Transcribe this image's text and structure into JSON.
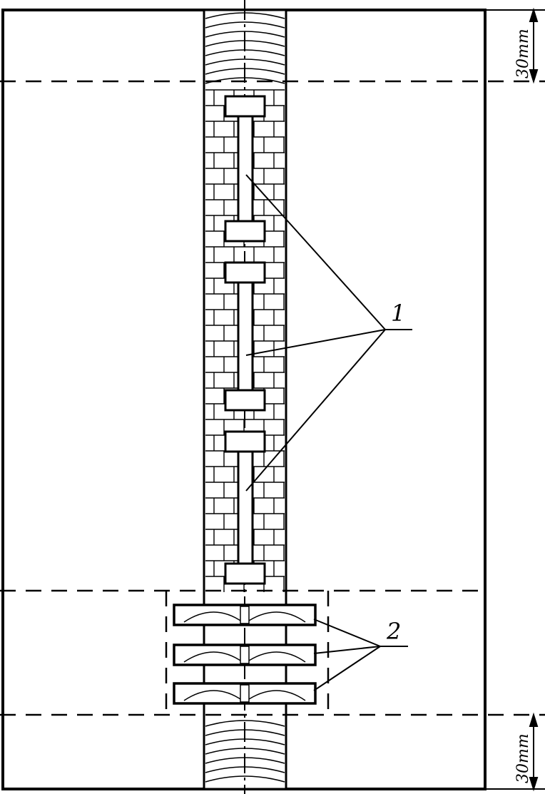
{
  "colors": {
    "ink": "#000000",
    "paper": "#ffffff"
  },
  "callouts": {
    "one": "1",
    "two": "2"
  },
  "dimensions": {
    "top": "30mm",
    "bottom": "30mm"
  }
}
